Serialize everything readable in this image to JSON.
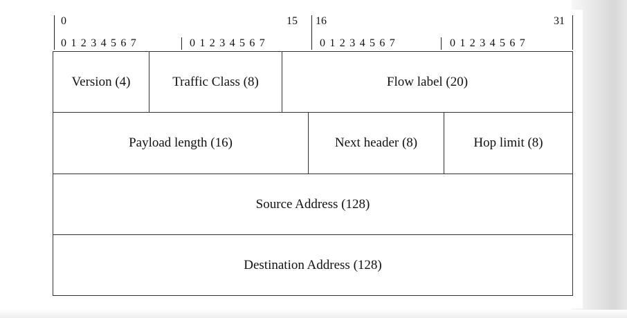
{
  "ruler": {
    "group1_start": "0",
    "group1_end": "15",
    "group2_start": "16",
    "group2_end": "31",
    "octet": [
      "0 1 2 3 4 5 6 7",
      "0 1 2 3 4 5 6 7",
      "0 1 2 3 4 5 6 7",
      "0 1 2 3 4 5 6 7"
    ]
  },
  "rows": [
    [
      "Version (4)",
      "Traffic Class (8)",
      "Flow label (20)"
    ],
    [
      "Payload length (16)",
      "Next header (8)",
      "Hop limit (8)"
    ],
    [
      "Source Address (128)"
    ],
    [
      "Destination Address (128)"
    ]
  ],
  "colors": {
    "line": "#333333",
    "text": "#111111",
    "background": "#ffffff"
  }
}
